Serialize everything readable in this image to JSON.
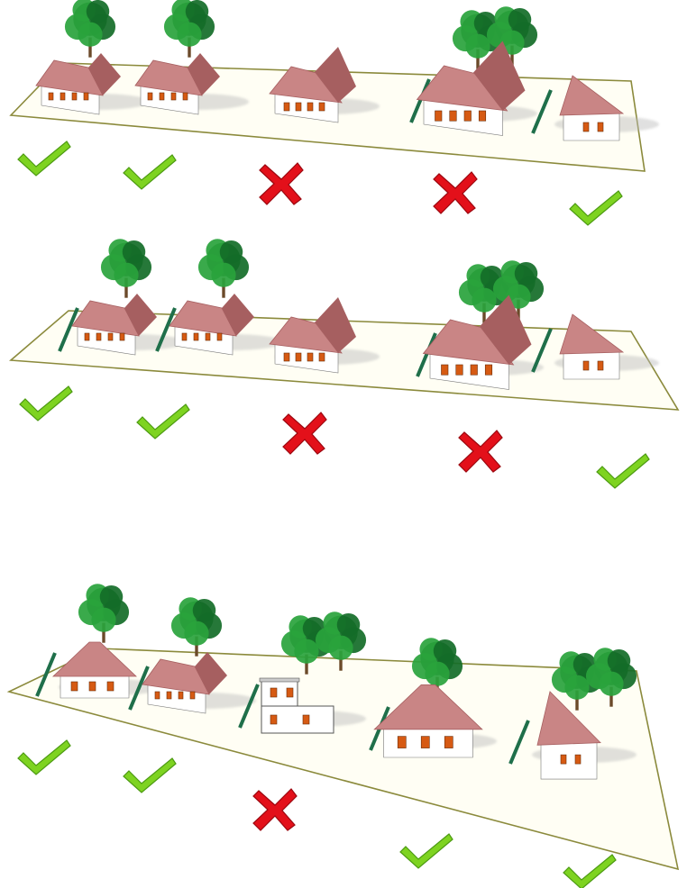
{
  "colors": {
    "strip_outline": "#8b8a3c",
    "strip_fill": "#fffef4",
    "fence": "#1f6f4a",
    "roof": "#c98585",
    "roof_dark": "#a65f60",
    "wall": "#ffffff",
    "wall_shade": "#dedede",
    "window": "#d65a13",
    "tree": "#29a33c",
    "tree_dark": "#146d28",
    "check": "#7ed321",
    "check_dark": "#4c9a12",
    "cross": "#e3101a",
    "cross_dark": "#9c0810"
  },
  "rows": [
    {
      "name": "row-1",
      "lots": [
        {
          "house": "gable-small",
          "trees": 1,
          "fence": false,
          "verdict": "correct"
        },
        {
          "house": "gable-small",
          "trees": 1,
          "fence": false,
          "verdict": "correct"
        },
        {
          "house": "cross-gable",
          "trees": 0,
          "fence": false,
          "verdict": "incorrect"
        },
        {
          "house": "cross-gable-large",
          "trees": 2,
          "fence": true,
          "verdict": "incorrect"
        },
        {
          "house": "front-gable",
          "trees": 0,
          "fence": true,
          "verdict": "correct"
        }
      ]
    },
    {
      "name": "row-2",
      "lots": [
        {
          "house": "gable-small",
          "trees": 1,
          "fence": true,
          "verdict": "correct"
        },
        {
          "house": "gable-small",
          "trees": 1,
          "fence": true,
          "verdict": "correct"
        },
        {
          "house": "cross-gable",
          "trees": 0,
          "fence": false,
          "verdict": "incorrect"
        },
        {
          "house": "cross-gable-large",
          "trees": 2,
          "fence": true,
          "verdict": "incorrect"
        },
        {
          "house": "front-gable",
          "trees": 0,
          "fence": true,
          "verdict": "correct"
        }
      ]
    },
    {
      "name": "row-3",
      "lots": [
        {
          "house": "hip-roof",
          "trees": 1,
          "fence": true,
          "verdict": "correct"
        },
        {
          "house": "gable-small",
          "trees": 1,
          "fence": true,
          "verdict": "correct"
        },
        {
          "house": "flat-roof-two-storey",
          "trees": 2,
          "fence": true,
          "verdict": "incorrect"
        },
        {
          "house": "hip-roof-large",
          "trees": 1,
          "fence": true,
          "verdict": "correct"
        },
        {
          "house": "front-gable-tall",
          "trees": 2,
          "fence": true,
          "verdict": "correct"
        }
      ]
    }
  ]
}
